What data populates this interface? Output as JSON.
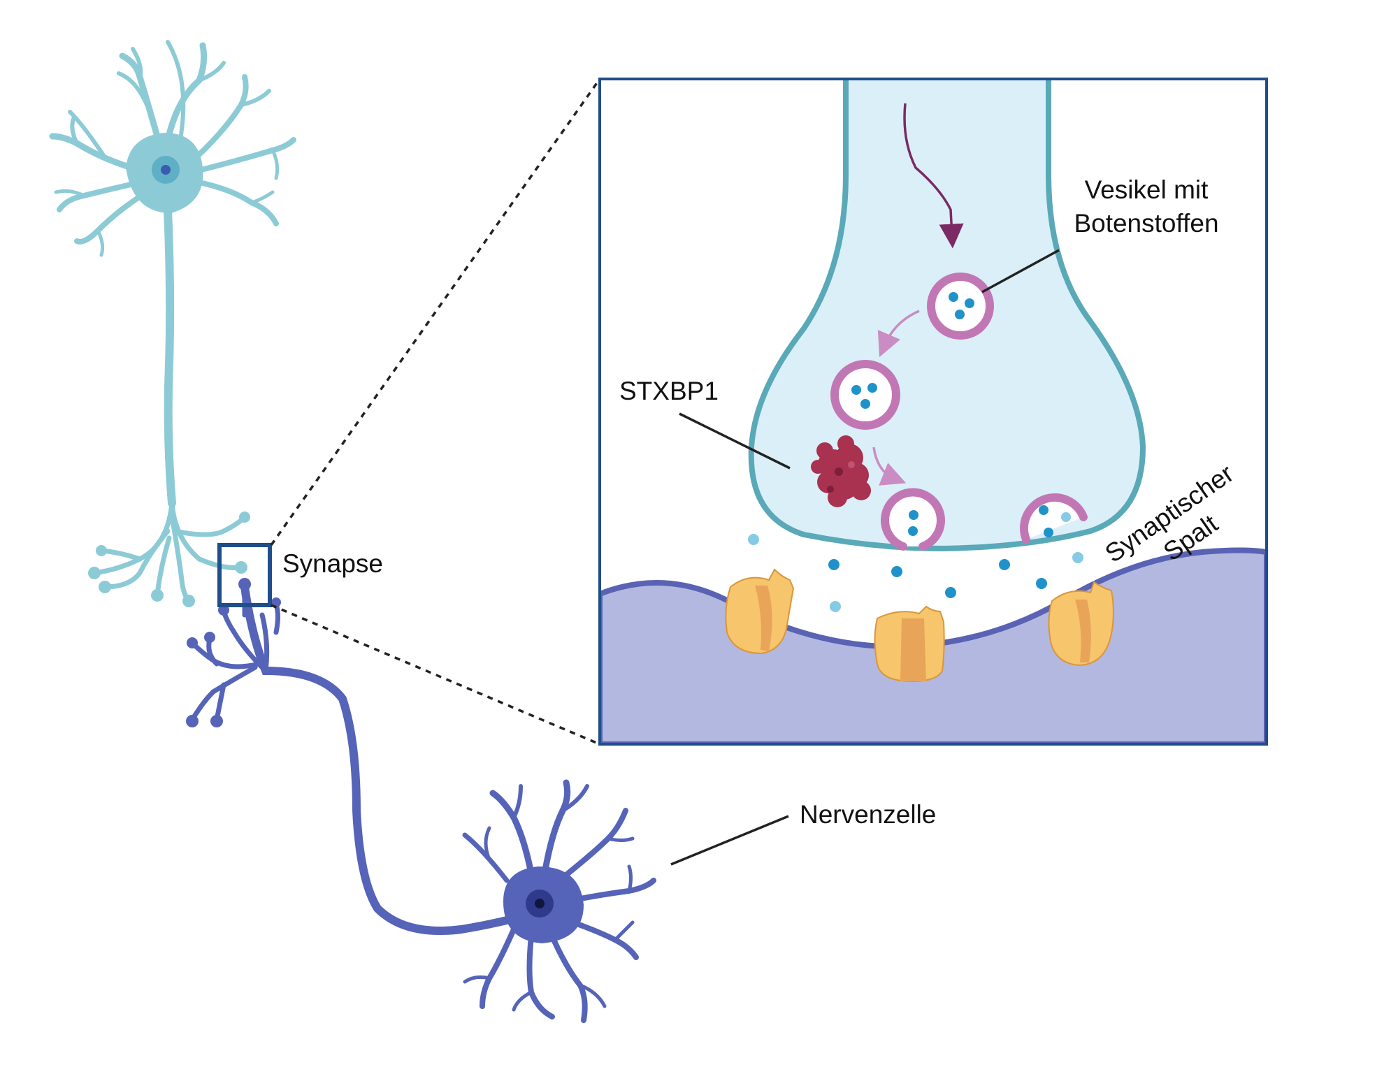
{
  "labels": {
    "synapse": "Synapse",
    "nerve_cell": "Nervenzelle",
    "stxbp1": "STXBP1",
    "vesicle_line1": "Vesikel mit",
    "vesicle_line2": "Botenstoffen",
    "cleft_line1": "Synaptischer",
    "cleft_line2": "Spalt"
  },
  "colors": {
    "upper_neuron": "#8ccbd6",
    "upper_neuron_stroke": "#5fb0c0",
    "lower_neuron": "#5563b8",
    "lower_neuron_stroke": "#3f4ca0",
    "zoom_frame": "#1f4e8a",
    "terminal_fill": "#dbeff8",
    "terminal_stroke": "#5aa9b8",
    "postsynaptic_fill": "#b3b8e0",
    "postsynaptic_stroke": "#5a62b4",
    "vesicle_ring": "#c277b5",
    "neurotransmitter": "#1f93c9",
    "neurotransmitter_light": "#86cbe5",
    "stxbp1_protein": "#a8324f",
    "receptor": "#f7c56b",
    "receptor_dark": "#e8a55a",
    "signal_arrow": "#7b2a63"
  },
  "icons": [
    "upper-neuron-icon",
    "lower-neuron-icon",
    "vesicle-icon",
    "stxbp1-protein-icon",
    "receptor-icon"
  ]
}
